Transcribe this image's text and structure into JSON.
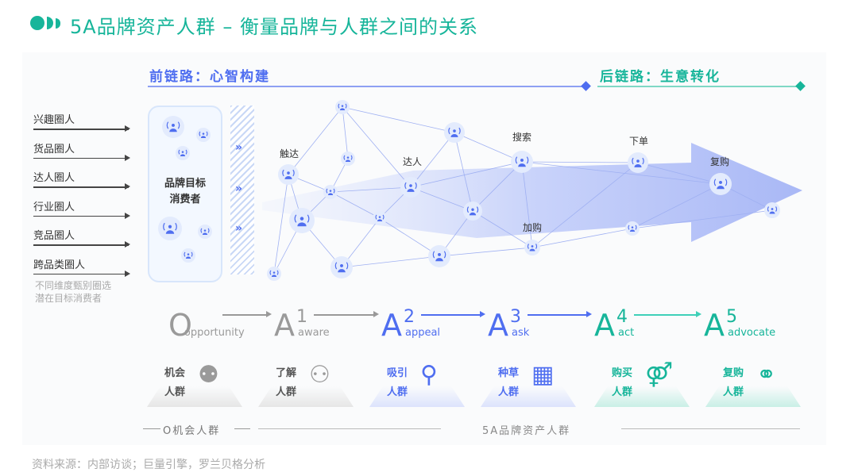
{
  "title": "5A品牌资产人群 – 衡量品牌与人群之间的关系",
  "front_chain": "前链路：心智构建",
  "back_chain": "后链路：生意转化",
  "groups": [
    "兴趣圈人",
    "货品圈人",
    "达人圈人",
    "行业圈人",
    "竞品圈人",
    "跨品类圈人"
  ],
  "note": [
    "不同维度甄别圈选",
    "潜在目标消费者"
  ],
  "target_box": [
    "品牌目标",
    "消费者"
  ],
  "touchpoints": [
    "触达",
    "达人",
    "搜索",
    "加购",
    "下单",
    "复购"
  ],
  "stages": [
    {
      "letter": "O",
      "num": "",
      "word": "opportunity",
      "color": "#9a9a9a"
    },
    {
      "letter": "A",
      "num": "1",
      "word": "aware",
      "color": "#9a9a9a"
    },
    {
      "letter": "A",
      "num": "2",
      "word": "appeal",
      "color": "#4f6ef0"
    },
    {
      "letter": "A",
      "num": "3",
      "word": "ask",
      "color": "#4f6ef0"
    },
    {
      "letter": "A",
      "num": "4",
      "word": "act",
      "color": "#17b59a"
    },
    {
      "letter": "A",
      "num": "5",
      "word": "advocate",
      "color": "#17b59a"
    }
  ],
  "tiers": [
    {
      "line1": "机会",
      "line2": "人群",
      "icon": "network-people-icon"
    },
    {
      "line1": "了解",
      "line2": "人群",
      "icon": "people-search-icon"
    },
    {
      "line1": "吸引",
      "line2": "人群",
      "icon": "people-attract-icon"
    },
    {
      "line1": "种草",
      "line2": "人群",
      "icon": "seeding-icon"
    },
    {
      "line1": "购买",
      "line2": "人群",
      "icon": "shopping-couple-icon"
    },
    {
      "line1": "复购",
      "line2": "人群",
      "icon": "family-heart-icon"
    }
  ],
  "footer_o": "O机会人群",
  "footer_5a": "5A品牌资产人群",
  "source": "资料来源：内部访谈；巨量引擎，罗兰贝格分析",
  "colors": {
    "teal": "#17b59a",
    "blue": "#4f6ef0",
    "gray": "#9a9a9a"
  }
}
